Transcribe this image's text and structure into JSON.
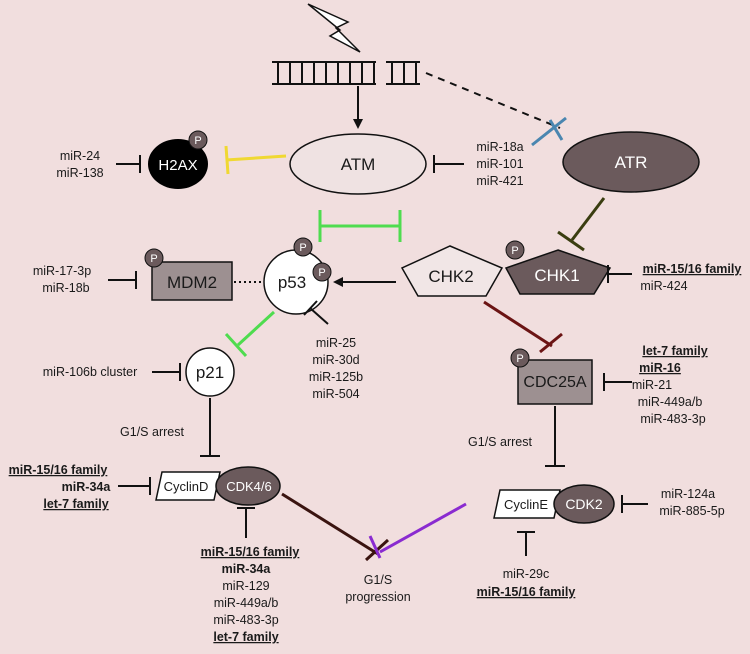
{
  "nodes": {
    "atm": "ATM",
    "atr": "ATR",
    "h2ax": "H2AX",
    "chk2": "CHK2",
    "chk1": "CHK1",
    "p53": "p53",
    "mdm2": "MDM2",
    "p21": "p21",
    "cdc25a": "CDC25A",
    "cyclind": "CyclinD",
    "cdk46": "CDK4/6",
    "cycline": "CyclinE",
    "cdk2": "CDK2",
    "phospho": "P"
  },
  "labels": {
    "g1s_arrest_left": "G1/S arrest",
    "g1s_arrest_right": "G1/S arrest",
    "g1s_progression_1": "G1/S",
    "g1s_progression_2": "progression"
  },
  "mirnas": {
    "h2ax": [
      "miR-24",
      "miR-138"
    ],
    "atm": [
      "miR-18a",
      "miR-101",
      "miR-421"
    ],
    "mdm2": [
      "miR-17-3p",
      "miR-18b"
    ],
    "p53": [
      "miR-25",
      "miR-30d",
      "miR-125b",
      "miR-504"
    ],
    "chk1": [
      "miR-15/16 family",
      "miR-424"
    ],
    "p21": [
      "miR-106b cluster"
    ],
    "cdc25a": [
      "let-7 family",
      "miR-16",
      "miR-21",
      "miR-449a/b",
      "miR-483-3p"
    ],
    "cyclind_left": [
      "miR-15/16 family",
      "miR-34a",
      "let-7 family"
    ],
    "cdk46_below": [
      "miR-15/16 family",
      "miR-34a",
      "miR-129",
      "miR-449a/b",
      "miR-483-3p",
      "let-7 family"
    ],
    "cdk2": [
      "miR-124a",
      "miR-885-5p"
    ],
    "cycline_below": [
      "miR-29c",
      "miR-15/16 family"
    ]
  },
  "colors": {
    "background": "#f1dede",
    "atm_fill": "#efe2e2",
    "atr_fill": "#6b5a5c",
    "h2ax_fill": "#000000",
    "chk1_fill": "#6b5a5c",
    "mdm2_fill": "#9d9091",
    "cdc25a_fill": "#9d9091",
    "cdk_fill": "#6b5a5c",
    "phospho_fill": "#6b5a5c",
    "yellow_inhibit": "#f0d832",
    "green_inhibit": "#4fdc4f",
    "blue_inhibit": "#4a86b0",
    "olive_inhibit": "#3a3d10",
    "maroon_inhibit": "#6b1414",
    "brown_inhibit": "#3a1410",
    "purple_inhibit": "#8a2bd0"
  },
  "icons": [
    "lightning-icon",
    "dna-double-strand-icon",
    "phosphate-icon"
  ]
}
